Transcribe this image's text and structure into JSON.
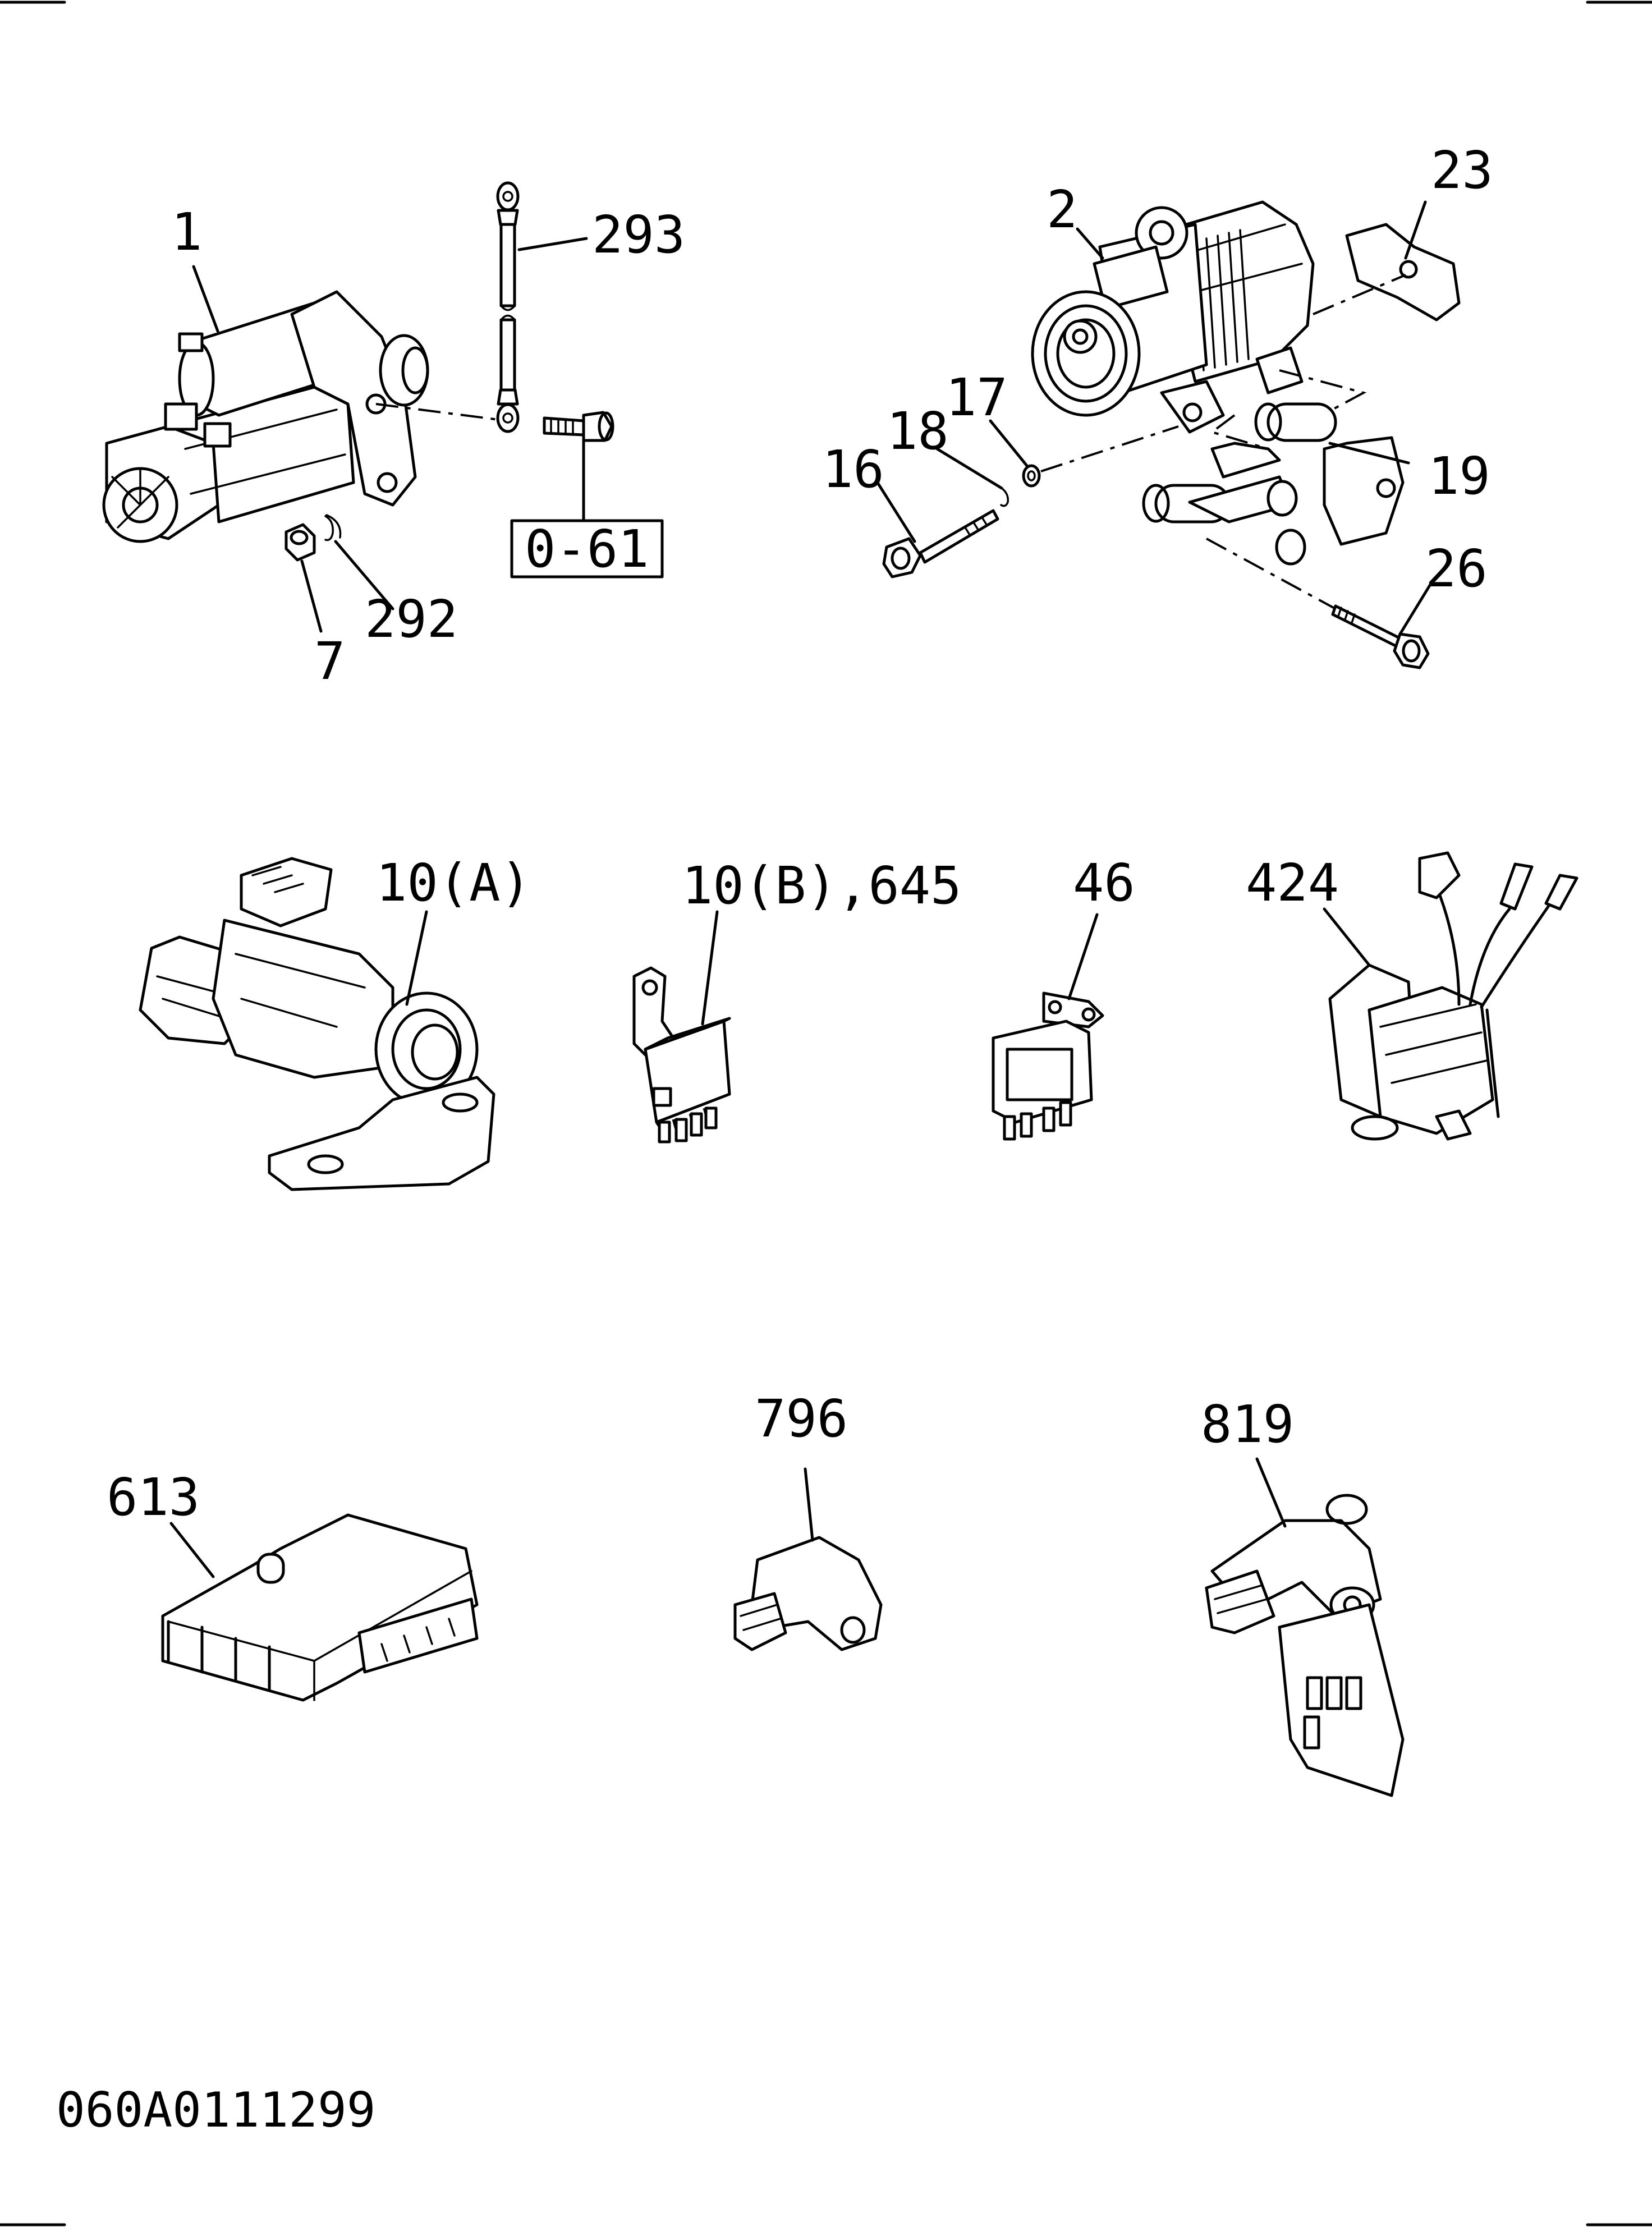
{
  "labels": {
    "starter": "1",
    "alternator": "2",
    "nut": "7",
    "relay_a": "10(A)",
    "relay_b": "10(B),645",
    "bolt_16": "16",
    "washer_17": "17",
    "washer_18": "18",
    "bracket": "19",
    "bracket_23": "23",
    "bolt_26": "26",
    "relay_46": "46",
    "relay_424": "424",
    "washer_292": "292",
    "cable_293": "293",
    "ecu": "613",
    "sensor_796": "796",
    "sensor_819": "819"
  },
  "reference_box": "0-61",
  "drawing_code": "060A0111299"
}
